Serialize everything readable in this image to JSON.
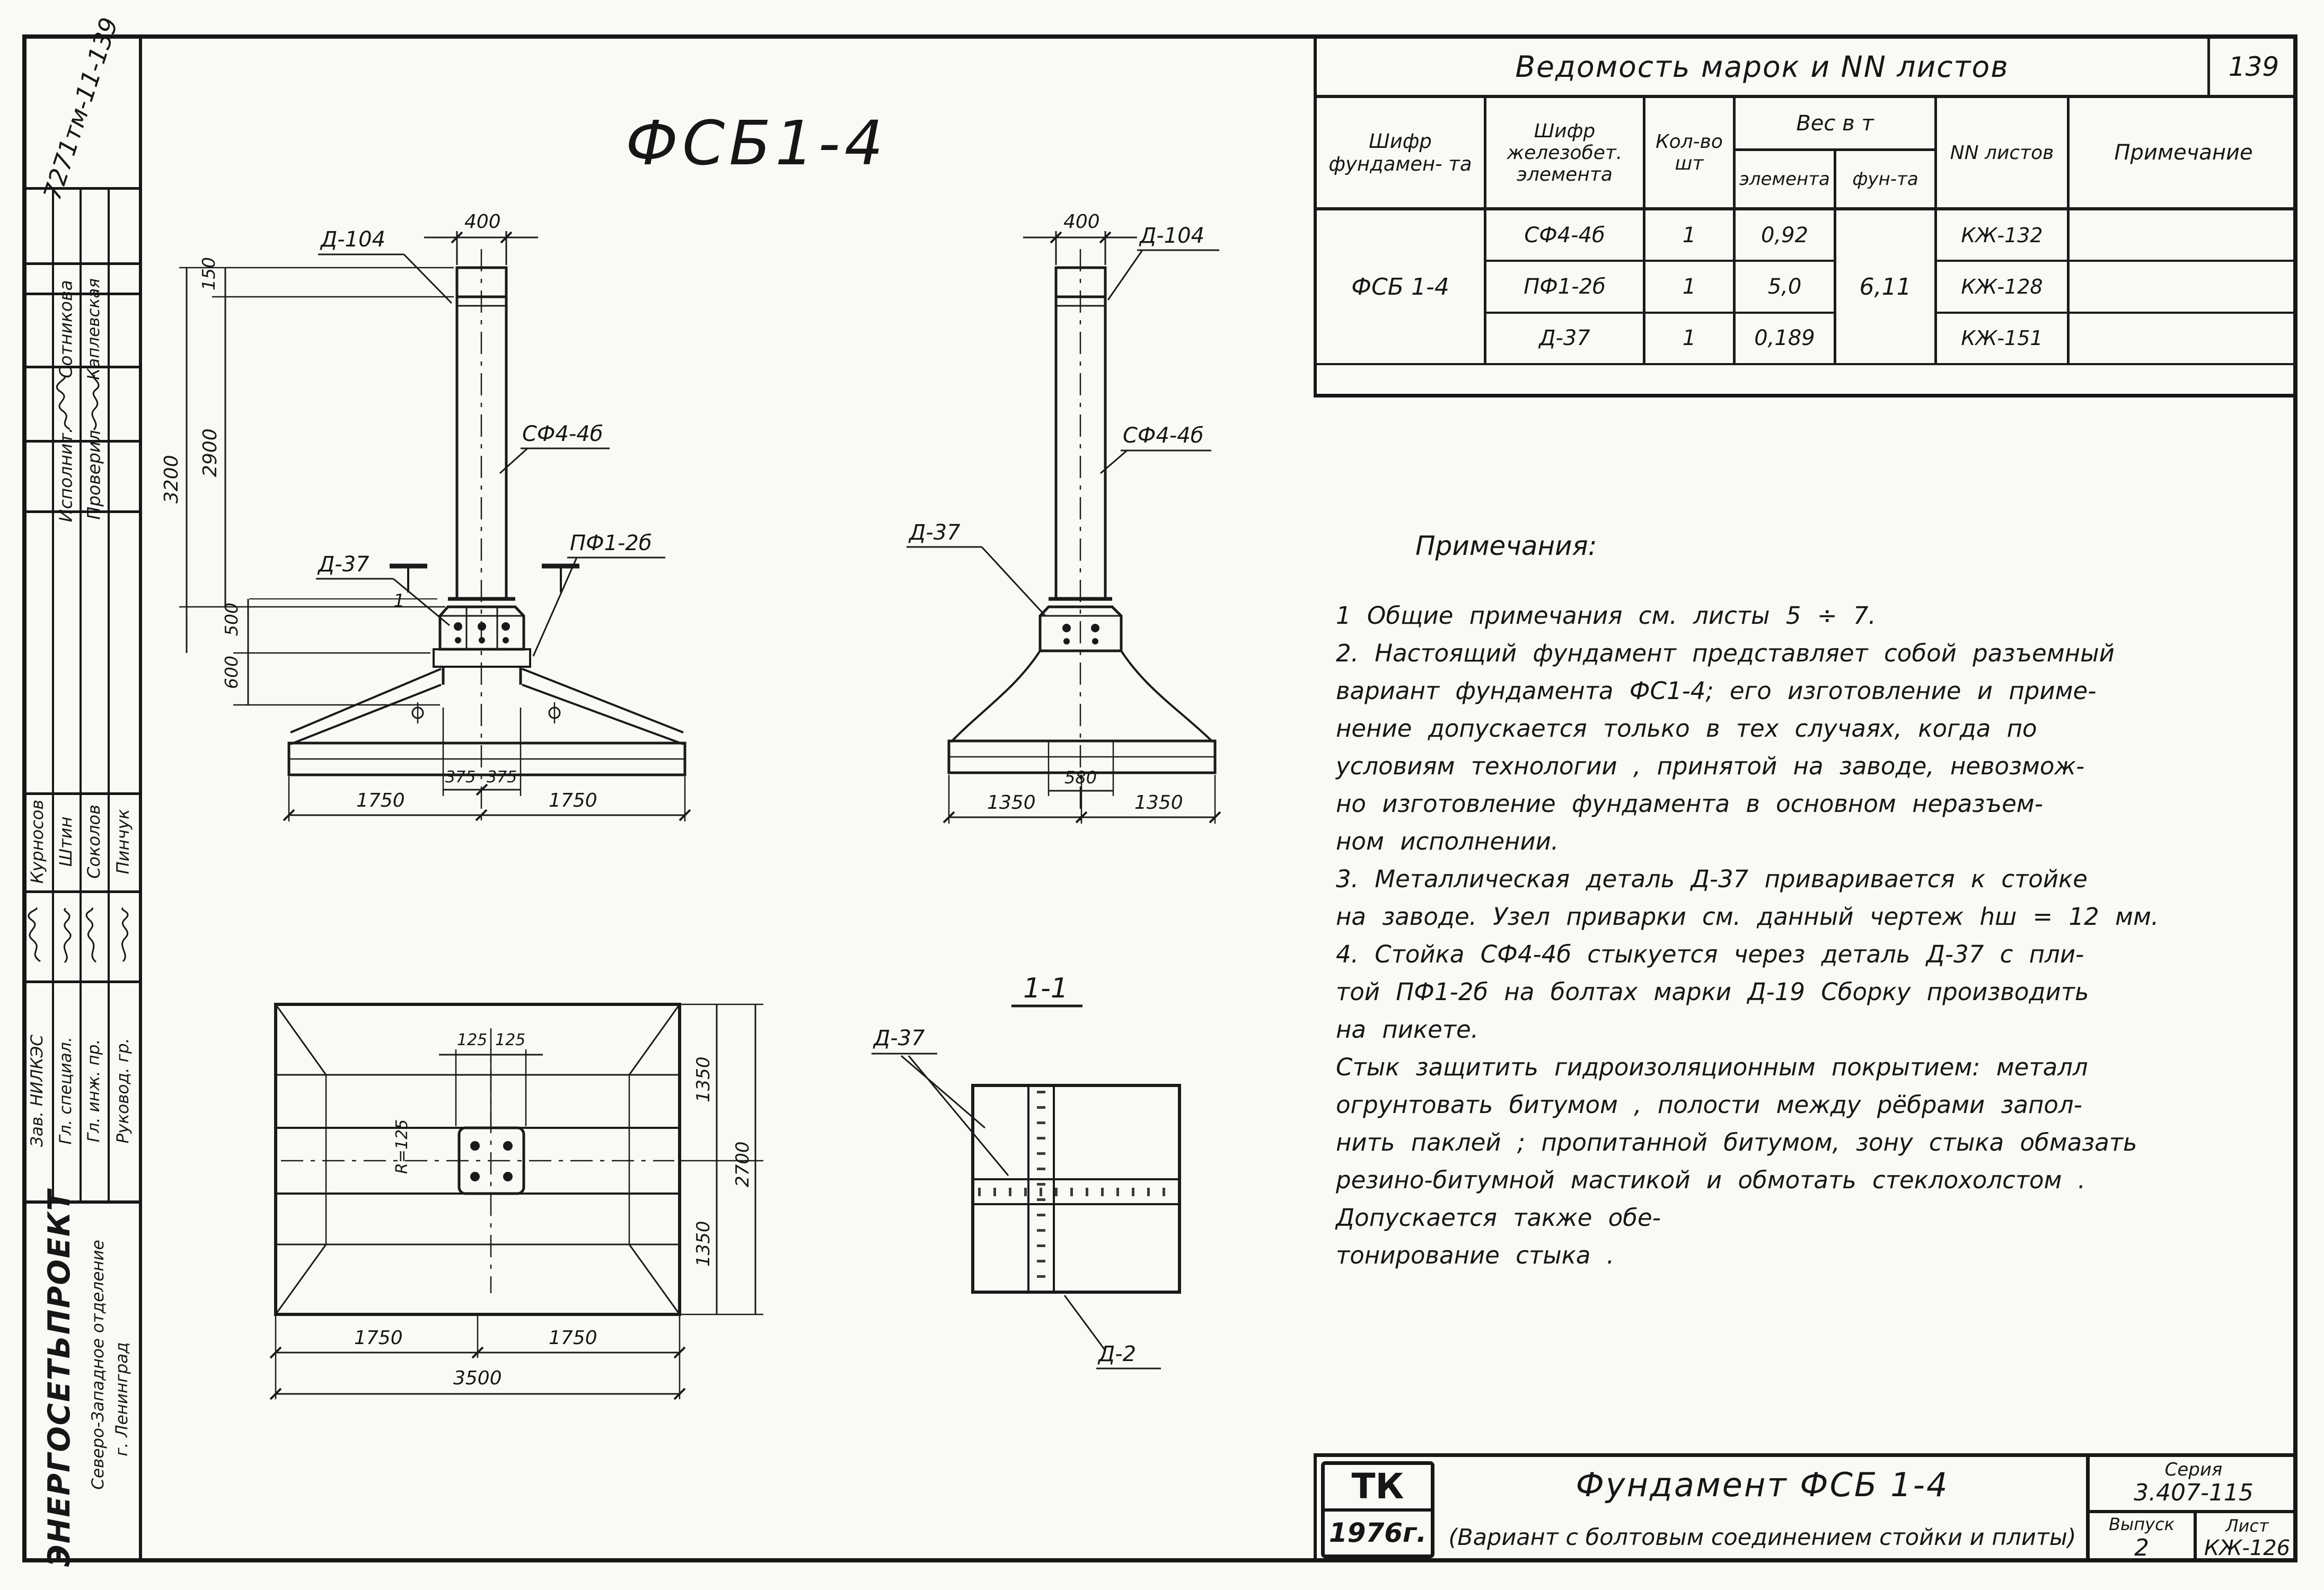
{
  "sheet_corner_no": "139",
  "marks_table": {
    "title": "Ведомость  марок  и  NN  листов",
    "col_foundation": "Шифр фундамен- та",
    "col_element": "Шифр железобет. элемента",
    "col_qty": "Кол-во шт",
    "col_weight": "Вес  в  т",
    "col_weight_element": "элемента",
    "col_weight_foundation": "фун-та",
    "col_sheets": "NN листов",
    "col_note": "Примечание",
    "foundation_code": "ФСБ 1-4",
    "total_weight": "6,11",
    "rows": [
      {
        "element": "СФ4-4б",
        "qty": "1",
        "weight": "0,92",
        "sheet": "КЖ-132"
      },
      {
        "element": "ПФ1-2б",
        "qty": "1",
        "weight": "5,0",
        "sheet": "КЖ-128"
      },
      {
        "element": "Д-37",
        "qty": "1",
        "weight": "0,189",
        "sheet": "КЖ-151"
      }
    ]
  },
  "notes": {
    "heading": "Примечания:",
    "lines": [
      "1 Общие  примечания   см.  листы  5 ÷ 7.",
      "2. Настоящий  фундамент  представляет  собой  разъемный",
      "вариант  фундамента  ФС1-4;  его  изготовление  и  приме-",
      "нение  допускается   только  в  тех  случаях,  когда  по",
      "условиям  технологии , принятой  на  заводе,   невозмож-",
      "но  изготовление   фундамента   в  основном   неразъем-",
      "ном   исполнении.",
      "3. Металлическая   деталь   Д-37  приваривается   к  стойке",
      "на заводе.  Узел  приварки  см.  данный   чертеж   hш = 12 мм.",
      "4. Стойка  СФ4-4б  стыкуется   через  деталь   Д-37  с  пли-",
      "той  ПФ1-2б  на  болтах  марки  Д-19   Сборку   производить",
      "на  пикете.",
      "Стык  защитить   гидроизоляционным   покрытием:  металл",
      "огрунтовать    битумом , полости   между   рёбрами   запол-",
      "нить  паклей ; пропитанной   битумом,  зону   стыка  обмазать",
      "резино-битумной   мастикой   и   обмотать    стеклохолстом .",
      "Допускается   также  обе-",
      "тонирование    стыка ."
    ]
  },
  "title_block": {
    "org_code": "ТК",
    "year": "1976г.",
    "title": "Фундамент  ФСБ 1-4",
    "subtitle": "(Вариант  с  болтовым  соединением  стойки  и  плиты)",
    "series_label": "Серия",
    "series": "3.407-115",
    "issue_label": "Выпуск",
    "issue": "2",
    "sheet_label": "Лист",
    "sheet": "КЖ-126"
  },
  "stamp": {
    "doc_number": "7271тм-11-139",
    "top_rows": [
      {
        "role": "Исполнит.",
        "name": "Сотникова"
      },
      {
        "role": "Проверил",
        "name": "Каплевская"
      }
    ],
    "bottom_rows": [
      {
        "role": "Зав. НИЛКЭС",
        "name": "Курносов"
      },
      {
        "role": "Гл. специал.",
        "name": "Штин"
      },
      {
        "role": "Гл. инж. пр.",
        "name": "Соколов"
      },
      {
        "role": "Руковод. гр.",
        "name": "Пинчук"
      }
    ],
    "org": "ЭНЕРГОСЕТЬПРОЕКТ",
    "branch": "Северо-Западное  отделение",
    "city": "г. Ленинград"
  },
  "drawing": {
    "sheet_title": "ФСБ1-4",
    "front": {
      "dim_width_top": "400",
      "part_d104": "Д-104",
      "dim_150": "150",
      "dim_2900": "2900",
      "dim_3200": "3200",
      "part_stand": "СФ4-4б",
      "part_d37": "Д-37",
      "part_plate": "ПФ1-2б",
      "dim_500": "500",
      "dim_600": "600",
      "cut_label": "1",
      "dim_375_l": "375",
      "dim_375_r": "375",
      "dim_1750_l": "1750",
      "dim_1750_r": "1750"
    },
    "side": {
      "dim_width_top": "400",
      "part_d104": "Д-104",
      "part_stand": "СФ4-4б",
      "part_d37": "Д-37",
      "dim_580": "580",
      "dim_1350_l": "1350",
      "dim_1350_r": "1350"
    },
    "plan": {
      "dim_125_l": "125",
      "dim_125_r": "125",
      "radius": "R=125",
      "dim_1350_top": "1350",
      "dim_1350_bot": "1350",
      "dim_2700": "2700",
      "dim_1750_l": "1750",
      "dim_1750_r": "1750",
      "dim_3500": "3500"
    },
    "section": {
      "title": "1-1",
      "part_d37": "Д-37",
      "part_d2": "Д-2"
    }
  }
}
